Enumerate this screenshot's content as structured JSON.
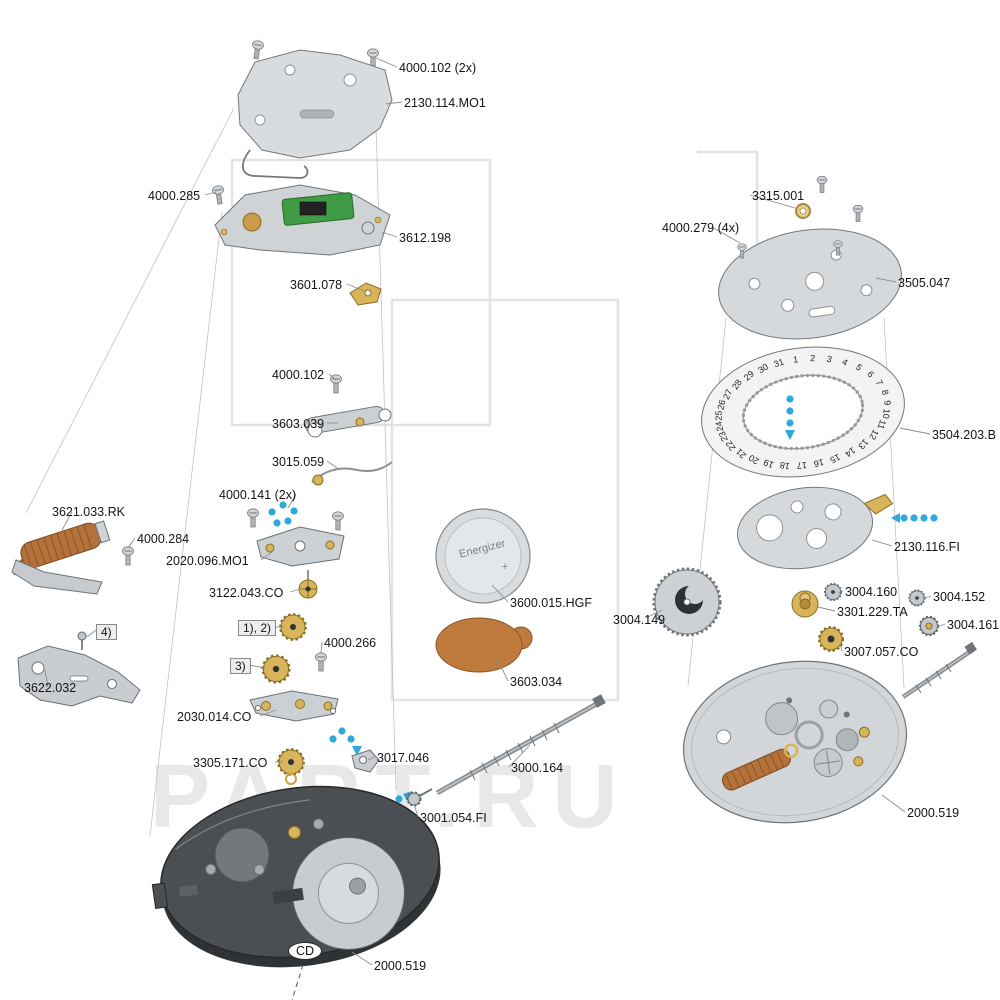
{
  "watermark": {
    "text": "PART.RU"
  },
  "battery": {
    "brand": "Energizer",
    "polarity": "+"
  },
  "date_ring": {
    "numbers": [
      1,
      2,
      3,
      4,
      5,
      6,
      7,
      8,
      9,
      10,
      11,
      12,
      13,
      14,
      15,
      16,
      17,
      18,
      19,
      20,
      21,
      22,
      23,
      24,
      25,
      26,
      27,
      28,
      29,
      30,
      31
    ]
  },
  "labels": {
    "p4000_102_2x": "4000.102 (2x)",
    "p2130_114_mo1": "2130.114.MO1",
    "p4000_285": "4000.285",
    "p3612_198": "3612.198",
    "p3601_078": "3601.078",
    "p4000_102": "4000.102",
    "p3603_039": "3603.039",
    "p3015_059": "3015.059",
    "p4000_141_2x": "4000.141 (2x)",
    "p2020_096_mo1": "2020.096.MO1",
    "p3122_043_co": "3122.043.CO",
    "pbox12": "1), 2)",
    "p4000_266": "4000.266",
    "pbox3": "3)",
    "p2030_014_co": "2030.014.CO",
    "p3305_171_co": "3305.171.CO",
    "p3017_046": "3017.046",
    "p3000_164": "3000.164",
    "p3001_054_fi": "3001.054.FI",
    "p2000_519_left": "2000.519",
    "p3621_033_rk": "3621.033.RK",
    "p4000_284": "4000.284",
    "p3622_032": "3622.032",
    "pbox4": "4)",
    "p3600_015_hgf": "3600.015.HGF",
    "p3603_034": "3603.034",
    "pcd": "CD",
    "p3315_001": "3315.001",
    "p4000_279_4x": "4000.279 (4x)",
    "p3505_047": "3505.047",
    "p3504_203_b": "3504.203.B",
    "p2130_116_fi": "2130.116.FI",
    "p3004_149": "3004.149",
    "p3004_160": "3004.160",
    "p3301_229_ta": "3301.229.TA",
    "p3004_152": "3004.152",
    "p3004_161": "3004.161",
    "p3007_057_co": "3007.057.CO",
    "p2000_519_right": "2000.519"
  }
}
